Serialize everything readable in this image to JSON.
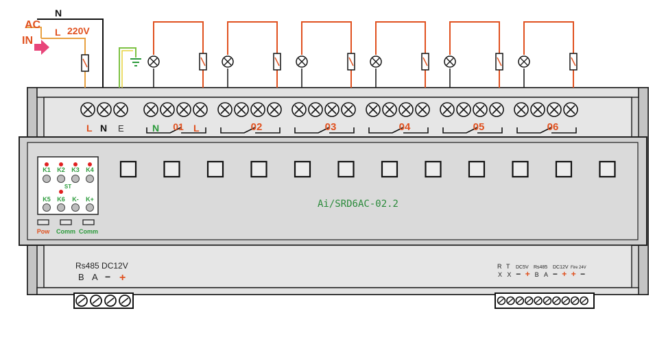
{
  "wiring": {
    "ac_label": "AC",
    "in_label": "IN",
    "neutral_label": "N",
    "live_label": "L",
    "voltage_label": "220V"
  },
  "terminals": {
    "power_labels": [
      "L",
      "N",
      "E"
    ],
    "ch1_neutral": "N",
    "channels": [
      "01",
      "02",
      "03",
      "04",
      "05",
      "06"
    ],
    "ch1_live": "L"
  },
  "indicator": {
    "top_keys": [
      "K1",
      "K2",
      "K3",
      "K4"
    ],
    "st_label": "ST",
    "bottom_keys": [
      "K5",
      "K6",
      "K-",
      "K+"
    ],
    "bottom_buttons": [
      "Pow",
      "Comm",
      "Comm"
    ]
  },
  "model": "Ai/SRD6AC-02.2",
  "left_connector": {
    "title": "Rs485 DC12V",
    "pins": [
      "B",
      "A",
      "−",
      "+"
    ]
  },
  "right_connector": {
    "row1": [
      "R",
      "T",
      "DC5V",
      "Rs485",
      "DC12V",
      "Fire 24V"
    ],
    "row2": [
      "X",
      "X",
      "−",
      "+",
      "B",
      "A",
      "−",
      "+",
      "+",
      "−"
    ]
  },
  "colors": {
    "live_wire": "#e0501e",
    "neutral_wire": "#111111",
    "earth_wire": "#7cc142",
    "accent_text": "#e0501e",
    "green_text": "#2a9a3a",
    "pink_arrow": "#e8457a",
    "panel_light": "#dcdcdc",
    "panel_mid": "#c8c8c8"
  }
}
